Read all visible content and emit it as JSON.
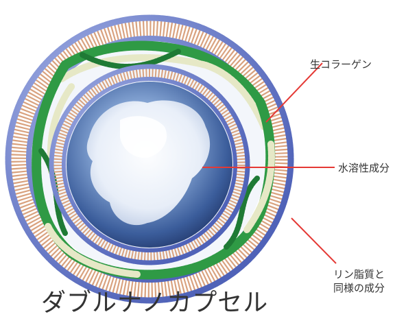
{
  "diagram": {
    "title": "ダブルナノカプセル",
    "labels": {
      "collagen": "生コラーゲン",
      "water_soluble": "水溶性成分",
      "lipid_line1": "リン脂質と",
      "lipid_line2": "同様の成分"
    }
  },
  "colors": {
    "bead": "#6b7fd0",
    "tail": "#d9a27f",
    "collagen_green": "#2f9a45",
    "collagen_cream": "#e6e8c6",
    "core_blue": "#3f5f9c",
    "pointer": "#e53935",
    "text": "#333333"
  }
}
